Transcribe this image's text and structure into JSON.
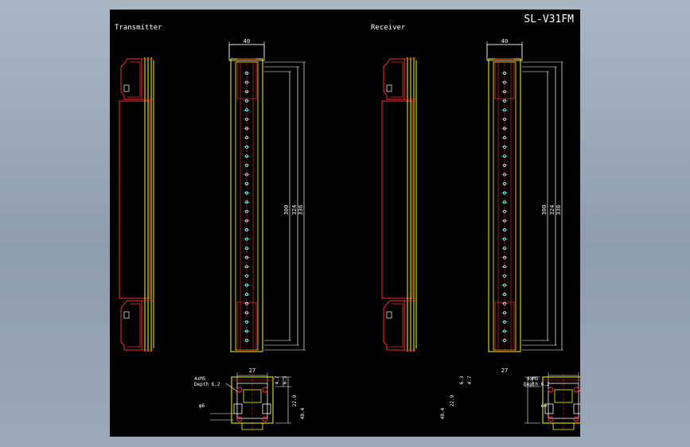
{
  "drawing": {
    "title": "SL-V31FM",
    "sections": {
      "transmitter": "Transmitter",
      "receiver": "Receiver"
    },
    "dims": {
      "width_40": "40",
      "h_300": "300",
      "h_324": "324",
      "h_336": "336",
      "w_27": "27",
      "d_4_7": "4.7",
      "d_6_3": "6.3",
      "d_22_9": "22.9",
      "d_40_4": "40.4",
      "phi6": "φ6",
      "screw": "4xM5",
      "depth": "Depth 6.2"
    }
  },
  "colors": {
    "background": "#000000",
    "outline": "#ffff00",
    "dimension": "#ffffff",
    "detail": "#ff2a2a",
    "accent": "#00ffff",
    "frame": "#a9b6c4"
  }
}
